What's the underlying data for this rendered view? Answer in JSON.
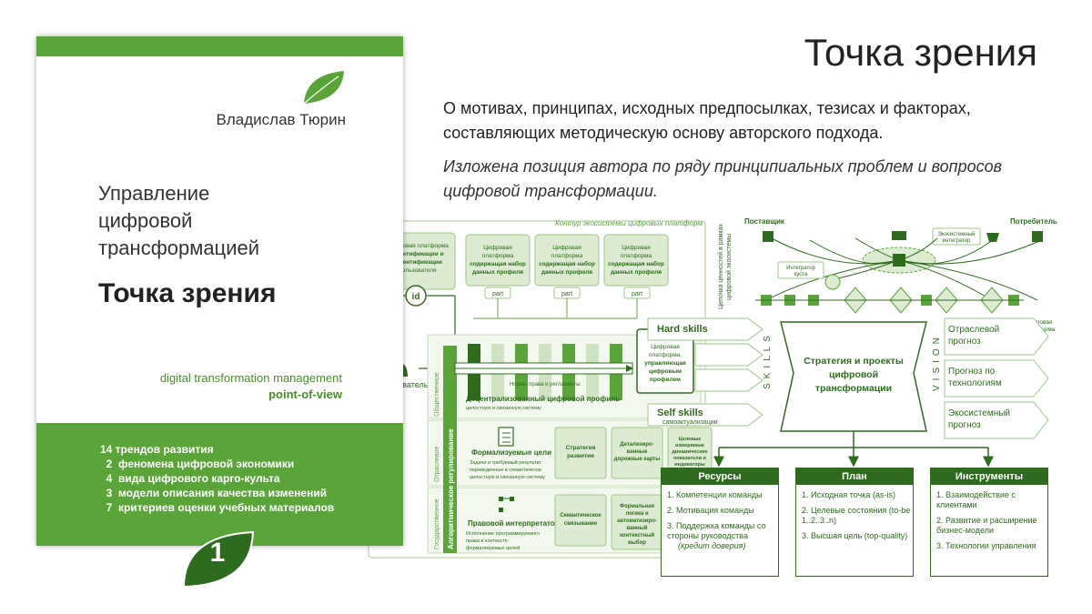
{
  "book": {
    "author": "Владислав Тюрин",
    "subtitle_lines": [
      "Управление",
      "цифровой",
      "трансформацией"
    ],
    "title": "Точка зрения",
    "tagline": "digital transformation management",
    "tagline_bold": "point-of-view",
    "trends": [
      "14 трендов развития",
      "  2  феномена цифровой экономики",
      "  4  вида цифрового карго-культа",
      "  3  модели описания качества изменений",
      "  7  критериев оценки учебных материалов"
    ],
    "volume_number": "1"
  },
  "heading": "Точка зрения",
  "description": "О мотивах, принципах, исходных предпосылках, тезисах и факторах, составляющих методическую основу авторского подхода.",
  "description_italic": "Изложена позиция автора по ряду принципиальных проблем и вопросов цифровой трансформации.",
  "diagram": {
    "contour_label": "Контур экосистемы цифровых платформ",
    "platform_id": "Цифровая платформа идентификации и аутентификации пользователя",
    "platform_profile": "Цифровая платформа содержащая набор данных профиля",
    "part": "part",
    "id_badge": "id",
    "user": "Пользователь",
    "managing_platform": "Цифровая платформа, управляющая цифровым профилем",
    "decentralized": "Децентрализованный цифровой профиль",
    "norms": "Нормы права и регламенты переведенные в семантически целостную и связанную систему",
    "hard_skills": "Hard skills",
    "self_skills": "Self skills",
    "self_actualization": "самоактуализации",
    "formal_goals": "Формализуемые цели",
    "formal_goals_desc": "Задачи и требуемый результат переведенные в семантически целостную и связанную систему",
    "strategy_dev": "Стратегия развития",
    "detail_roadmaps": "Детализированные дорожные карты",
    "target_metrics": "Целевые измеримые динамические показатели и индикаторы",
    "legal_interpreter": "Правовой интерпретатор",
    "legal_desc": "Исполнение программируемого права в контексте формализуемых целей",
    "semantic_link": "Семантическое связывание",
    "formal_logic": "Формальная логика и автоматизированный контекстный выбор",
    "vertical_algo": "Алгоритмическое регулирование",
    "side_social": "Общественное",
    "side_sector": "Отраслевое",
    "side_state": "Государственное",
    "chain_label": "Цепочка ценностей в рамках цифровой экосистемы",
    "supplier": "Поставщик",
    "consumer": "Потребитель",
    "cluster_integrator": "Интегратор куста",
    "eco_integrator": "Экосистемный интегратор",
    "digital_platform": "Цифровая платформа",
    "skills_vertical": "SKILLS",
    "vision_vertical": "VISION",
    "strategy_box": "Стратегия и проекты цифровой трансформации",
    "forecasts": [
      "Отраслевой прогноз",
      "Прогноз по технологиям",
      "Экосистемный прогноз"
    ],
    "resources": {
      "title": "Ресурсы",
      "items": [
        "1.  Компетенции команды",
        "2.  Мотивация команды",
        "3.  Поддержка команды со стороны руководства"
      ],
      "note": "(кредит доверия)"
    },
    "plan": {
      "title": "План",
      "items": [
        "1.  Исходная точка (as-is)",
        "2.  Целевые состояния (to-be 1..2..3..n)",
        "3.  Высшая цель (top-quality)"
      ]
    },
    "tools": {
      "title": "Инструменты",
      "items": [
        "1.  Взаимодействие с клиентами",
        "2.  Развитие и расширение бизнес-модели",
        "3.  Технологии управления"
      ]
    }
  },
  "colors": {
    "green": "#5aa43a",
    "dark_green": "#2f6b1e",
    "light_green": "#dcebd2"
  }
}
